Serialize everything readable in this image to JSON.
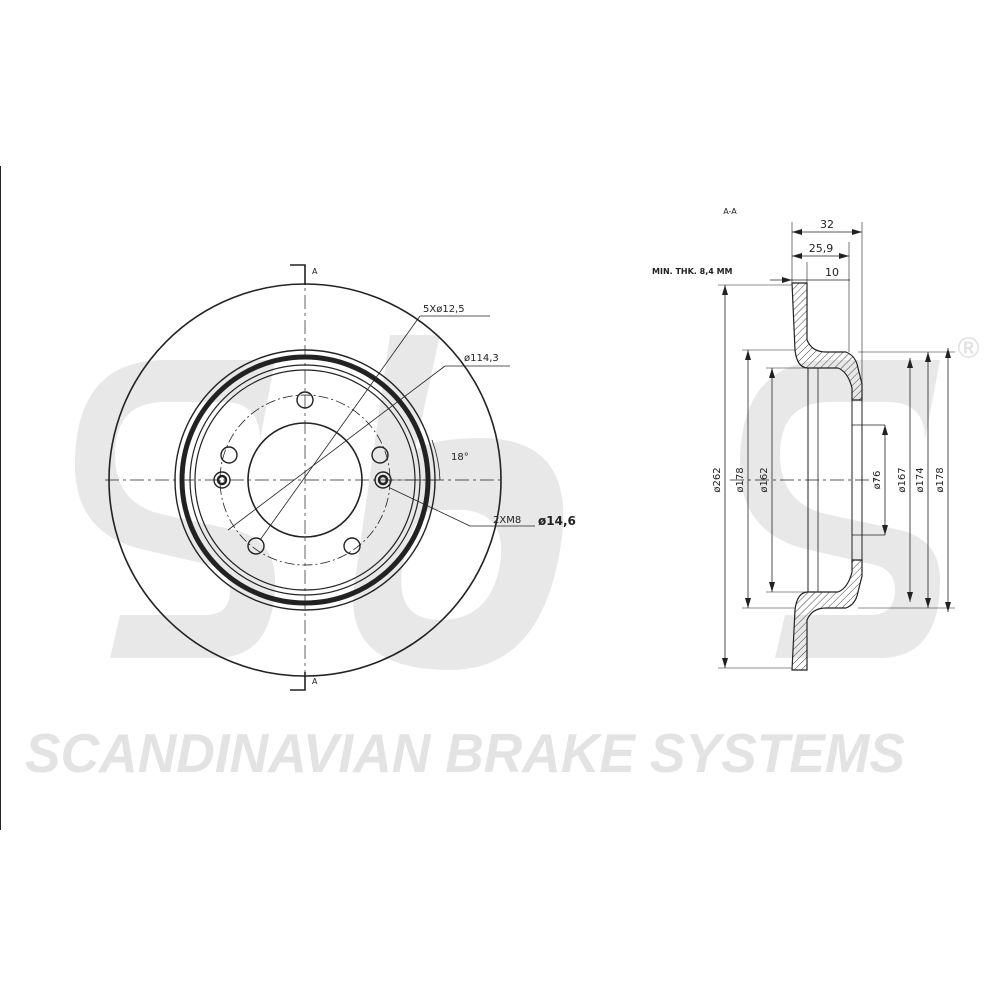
{
  "watermark": {
    "logo": "sbs",
    "registered_mark": "®",
    "tagline": "SCANDINAVIAN BRAKE SYSTEMS",
    "color": "#e6e6e6"
  },
  "front_view": {
    "section_mark_top": "A",
    "section_mark_bottom": "A",
    "bolt_holes_label": "5Xø12,5",
    "pcd_label": "ø114,3",
    "angle_label": "18°",
    "thread_label": "2XM8",
    "center_bore_label": "ø14,6"
  },
  "section_view": {
    "title": "A-A",
    "min_thickness": "MIN. THK. 8,4 MM",
    "width_total": "32",
    "width_hat": "25,9",
    "width_disc": "10",
    "dia_outer": "ø262",
    "dia_178_left": "ø178",
    "dia_162": "ø162",
    "dia_76": "ø76",
    "dia_167": "ø167",
    "dia_174": "ø174",
    "dia_178_right": "ø178"
  },
  "colors": {
    "line": "#222222",
    "hatch": "#444444"
  }
}
